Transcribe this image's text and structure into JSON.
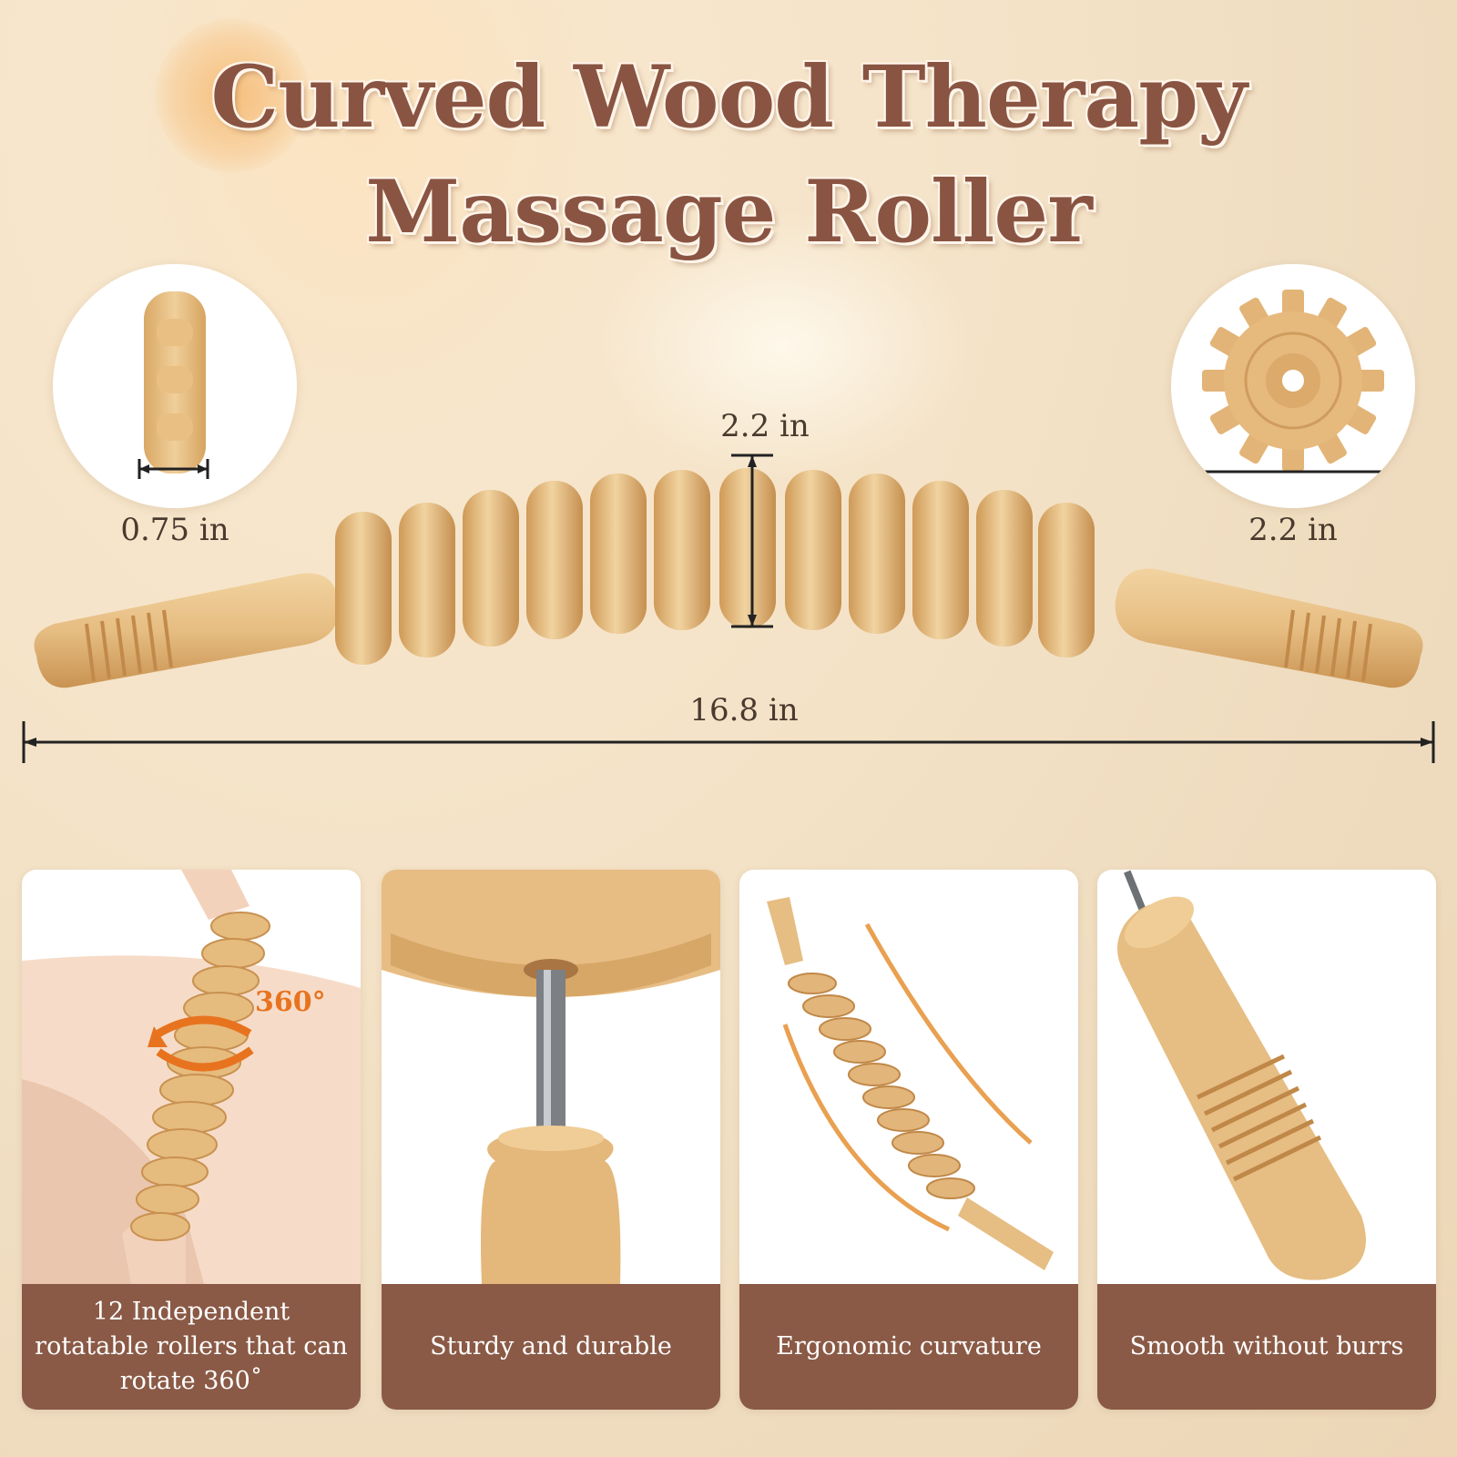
{
  "title": {
    "line1": "Curved Wood  Therapy",
    "line2": "Massage Roller"
  },
  "dimensions": {
    "roller_width": "0.75 in",
    "roller_diameter_top": "2.2 in",
    "roller_diameter_side": "2.2 in",
    "total_length": "16.8 in"
  },
  "rotation_label": "360°",
  "features": [
    {
      "caption": "12 Independent rotatable rollers that can rotate 360˚"
    },
    {
      "caption": "Sturdy and durable"
    },
    {
      "caption": "Ergonomic curvature"
    },
    {
      "caption": "Smooth without burrs"
    }
  ],
  "colors": {
    "title": "#8a5442",
    "caption_bg": "#8a5a46",
    "wood": "#e6bd82",
    "accent": "#e8731f"
  }
}
